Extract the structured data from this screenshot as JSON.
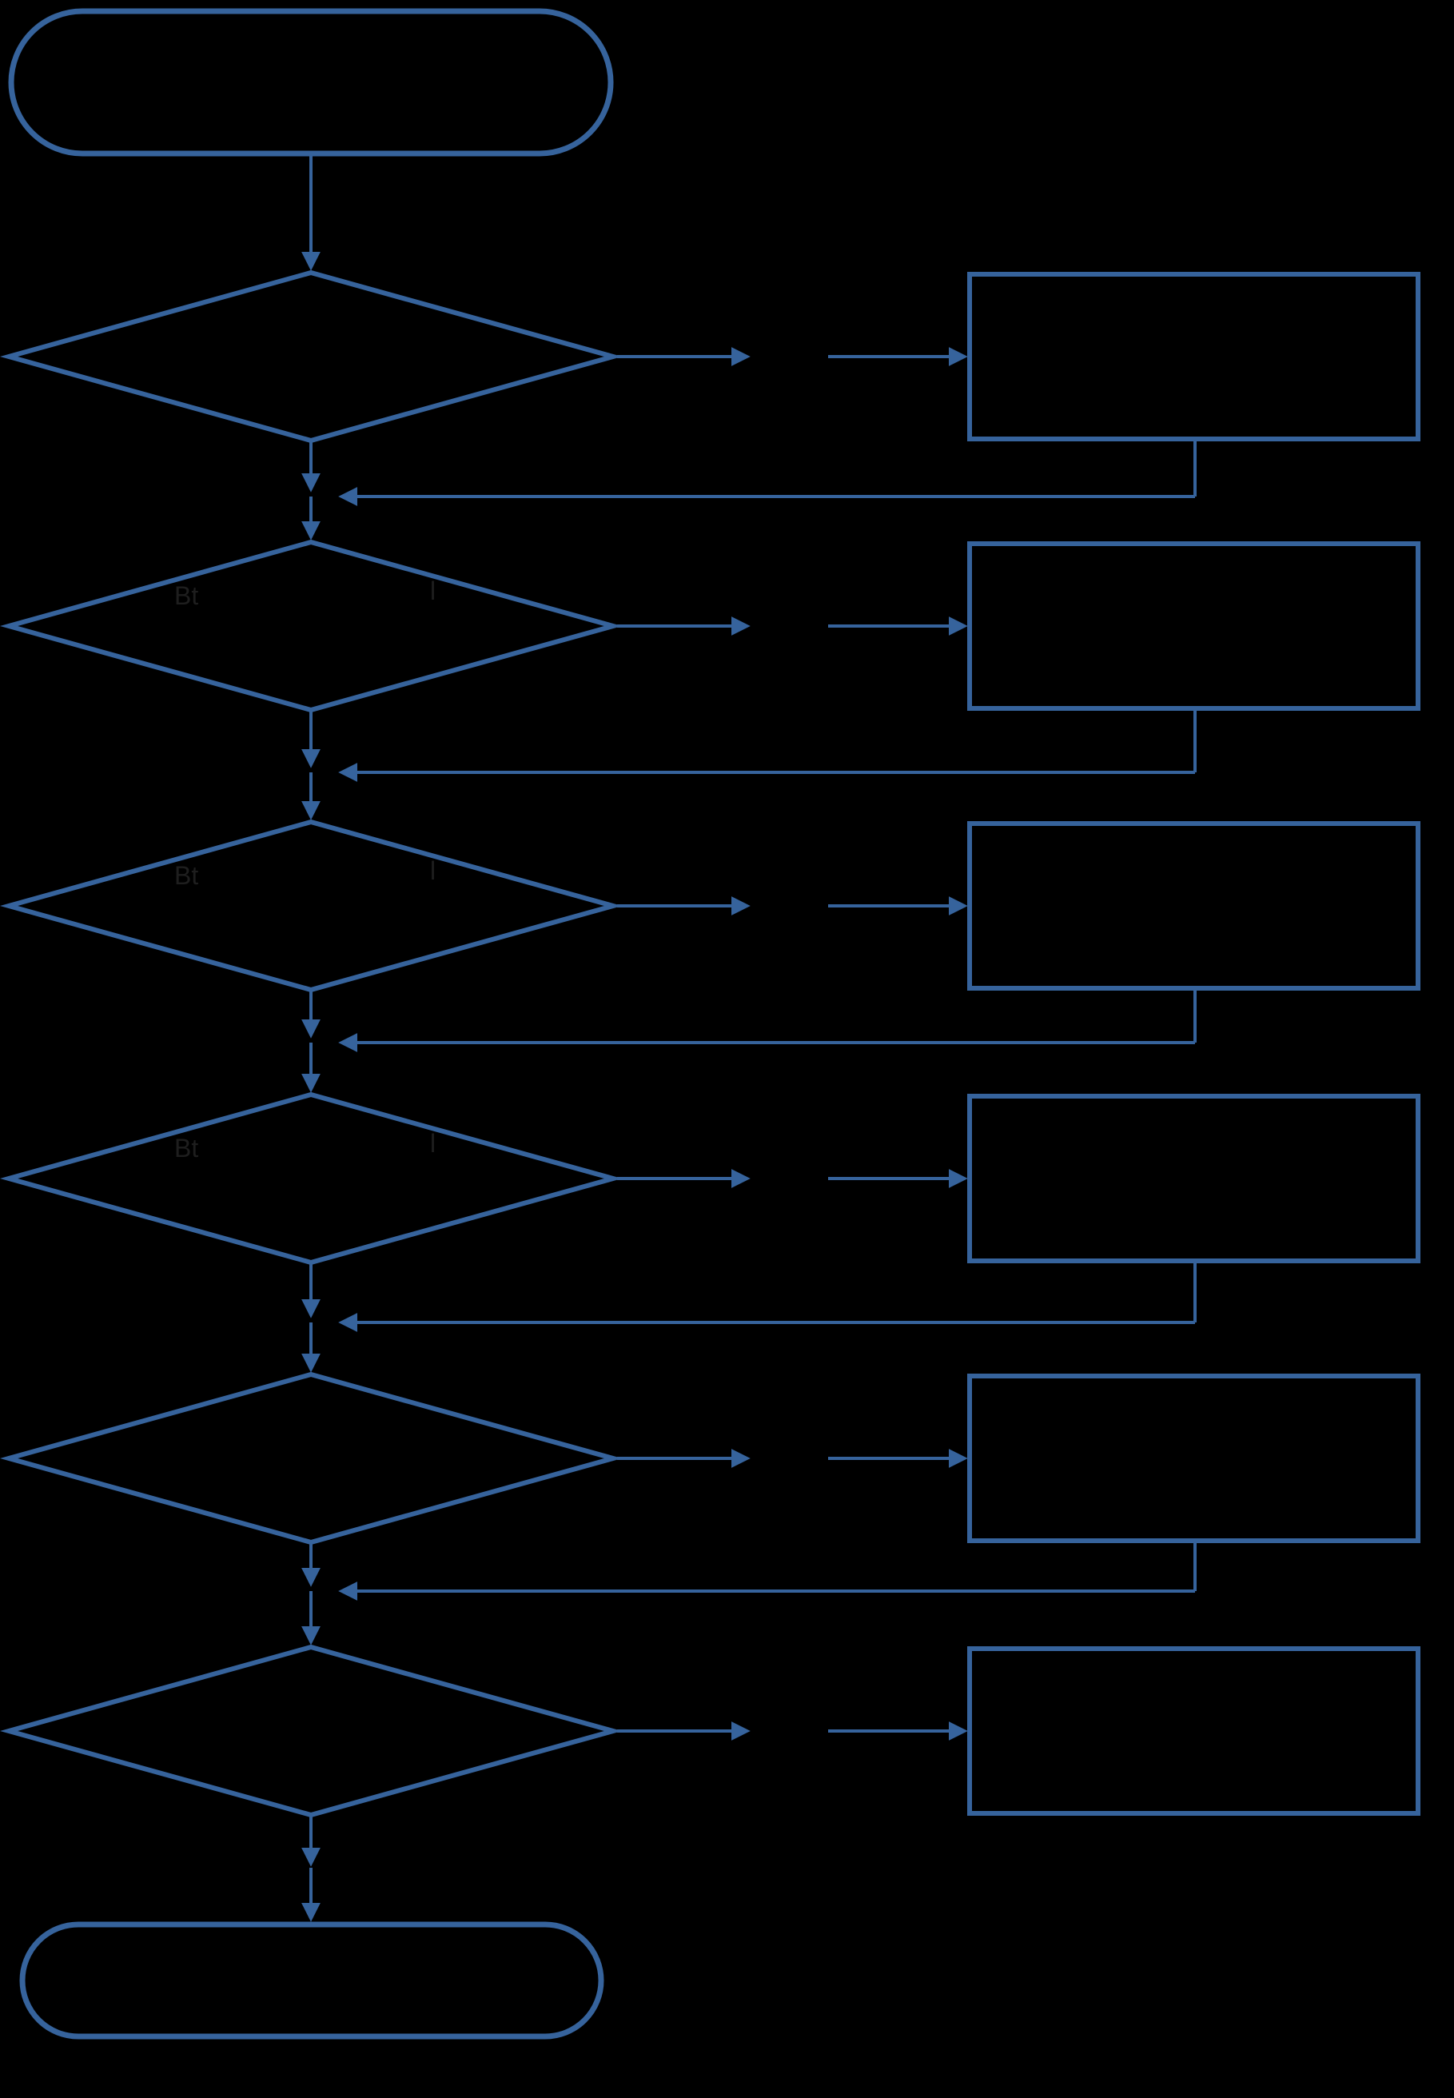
{
  "canvas": {
    "background": "#000000"
  },
  "style": {
    "stroke": "#36639c",
    "fragment_color": "#1e1e1e"
  },
  "nodes": {
    "start": {
      "type": "terminator",
      "label": ""
    },
    "decision_1": {
      "type": "decision",
      "label": ""
    },
    "process_1": {
      "type": "process",
      "label": ""
    },
    "decision_2": {
      "type": "decision",
      "label": "",
      "fragment_left": "Bt",
      "fragment_right": "l"
    },
    "process_2": {
      "type": "process",
      "label": ""
    },
    "decision_3": {
      "type": "decision",
      "label": "",
      "fragment_left": "Bt",
      "fragment_right": "l"
    },
    "process_3": {
      "type": "process",
      "label": ""
    },
    "decision_4": {
      "type": "decision",
      "label": "",
      "fragment_left": "Bt",
      "fragment_right": "l"
    },
    "process_4": {
      "type": "process",
      "label": ""
    },
    "decision_5": {
      "type": "decision",
      "label": ""
    },
    "process_5": {
      "type": "process",
      "label": ""
    },
    "decision_6": {
      "type": "decision",
      "label": ""
    },
    "process_6": {
      "type": "process",
      "label": ""
    },
    "end": {
      "type": "terminator",
      "label": ""
    }
  }
}
